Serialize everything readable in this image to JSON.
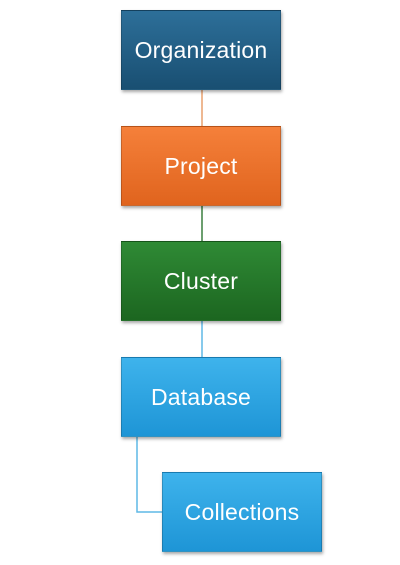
{
  "diagram": {
    "nodes": [
      {
        "label": "Organization",
        "color_top": "#2d6f99",
        "color_bottom": "#194f72"
      },
      {
        "label": "Project",
        "color_top": "#f5803a",
        "color_bottom": "#e0641e"
      },
      {
        "label": "Cluster",
        "color_top": "#2f8a35",
        "color_bottom": "#1c6620"
      },
      {
        "label": "Database",
        "color_top": "#3eb3ec",
        "color_bottom": "#1e95d6"
      },
      {
        "label": "Collections",
        "color_top": "#3eb3ec",
        "color_bottom": "#1e95d6"
      }
    ],
    "connector_colors": {
      "organization_project": "#e9a06e",
      "project_cluster": "#3a7f3f",
      "cluster_database": "#5fb9e6",
      "database_collections": "#5fb9e6"
    }
  }
}
